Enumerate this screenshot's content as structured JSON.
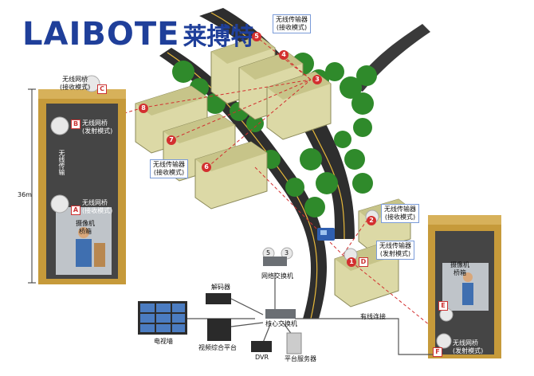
{
  "logo": {
    "latin": "LAIBOTE",
    "chinese": "莱搏特"
  },
  "left_tower": {
    "top_bridge": {
      "line1": "无线网桥",
      "line2": "(接收模式)",
      "tag": "C"
    },
    "mid_bridge": {
      "tag": "B",
      "line1": "无线网桥",
      "line2": "(发射模式)"
    },
    "transmission": "无线传输",
    "height": "36m",
    "low_bridge": {
      "line1": "无线网桥",
      "tag": "A",
      "line2": "(接收模式)"
    },
    "camera": {
      "line1": "摄像机",
      "line2": "桥箱"
    }
  },
  "network": {
    "upper_transmitter": {
      "line1": "无线传输器",
      "line2": "(接收模式)"
    },
    "left_transmitter": {
      "line1": "无线传输器",
      "line2": "(接收模式)"
    },
    "right_transmitter_rx": {
      "line1": "无线传输器",
      "line2": "(接收模式)"
    },
    "right_transmitter_tx": {
      "line1": "无线传输器",
      "line2": "(发射模式)"
    },
    "numbers": [
      "5",
      "4",
      "3",
      "8",
      "7",
      "6",
      "2",
      "1"
    ],
    "tag_d": "D"
  },
  "equipment": {
    "network_switch": "网络交换机",
    "decoder": "解码器",
    "core_switch": "核心交换机",
    "tv_wall": "电视墙",
    "video_platform": "视频综合平台",
    "dvr": "DVR",
    "platform_server": "平台服务器",
    "wired_link": "有线连接",
    "switch_port_left": "5",
    "switch_port_right": "3"
  },
  "right_tower": {
    "camera": {
      "line1": "摄像机",
      "line2": "桥箱"
    },
    "tag_e": "E",
    "bottom_bridge": {
      "tag": "F",
      "line1": "无线网桥",
      "line2": "(发射模式)"
    }
  },
  "colors": {
    "brand": "#1f3f9a",
    "accent": "#d32f2f",
    "tower": "#c69a3a",
    "building": "#dcd9a6",
    "tree": "#2f8a2b",
    "road": "#2e2e2e"
  }
}
